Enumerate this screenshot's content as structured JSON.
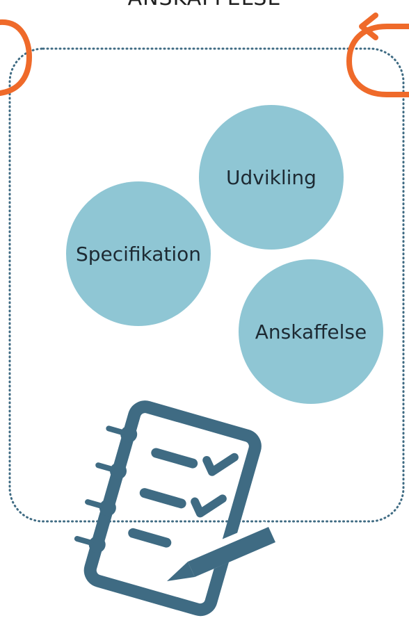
{
  "title": "ANSKAFFELSE",
  "colors": {
    "bubble": "#8fc6d4",
    "dotted_frame": "#3f6b83",
    "arrow": "#ef6a2a",
    "icon": "#3f6b83"
  },
  "bubbles": [
    {
      "label": "Udvikling"
    },
    {
      "label": "Specifikation"
    },
    {
      "label": "Anskaffelse"
    }
  ],
  "icons": {
    "checklist": "notepad-checklist-with-pencil-icon",
    "cycle_arrow_left": "orange-cycle-arrow-icon",
    "cycle_arrow_right": "orange-cycle-arrow-icon"
  }
}
